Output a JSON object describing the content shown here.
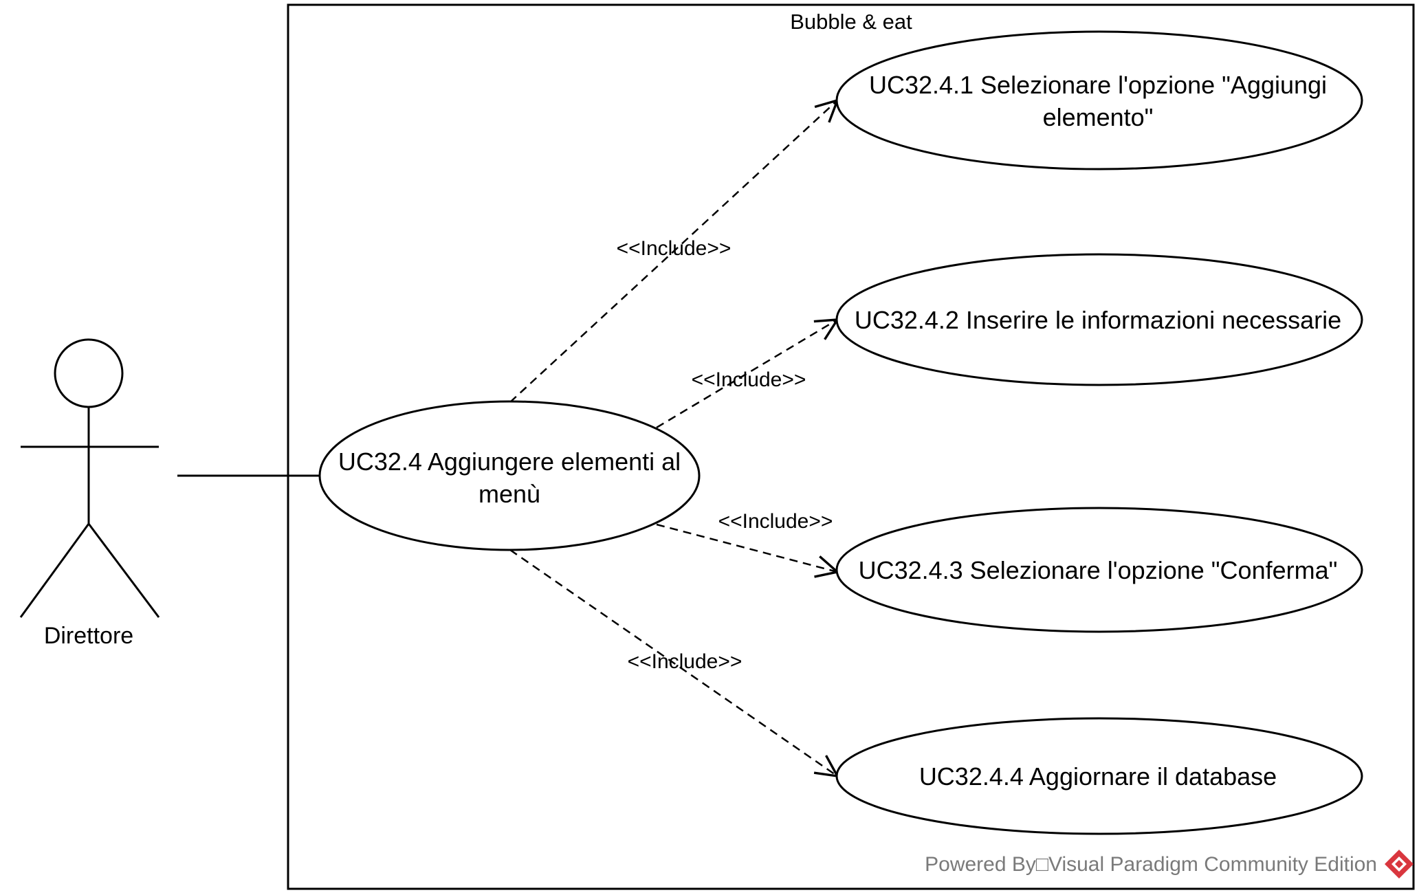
{
  "system": {
    "title": "Bubble & eat"
  },
  "actor": {
    "name": "Direttore"
  },
  "use_cases": {
    "main": {
      "line1": "UC32.4 Aggiungere elementi al",
      "line2": "menù"
    },
    "uc1": {
      "line1": "UC32.4.1 Selezionare l'opzione \"Aggiungi",
      "line2": "elemento\""
    },
    "uc2": {
      "line1": "UC32.4.2 Inserire le informazioni necessarie"
    },
    "uc3": {
      "line1": "UC32.4.3 Selezionare l'opzione \"Conferma\""
    },
    "uc4": {
      "line1": "UC32.4.4 Aggiornare il database"
    }
  },
  "relations": {
    "include1": "<<Include>>",
    "include2": "<<Include>>",
    "include3": "<<Include>>",
    "include4": "<<Include>>"
  },
  "watermark": {
    "text": "Powered By□Visual Paradigm Community Edition",
    "logo_color": "#d9363e"
  }
}
